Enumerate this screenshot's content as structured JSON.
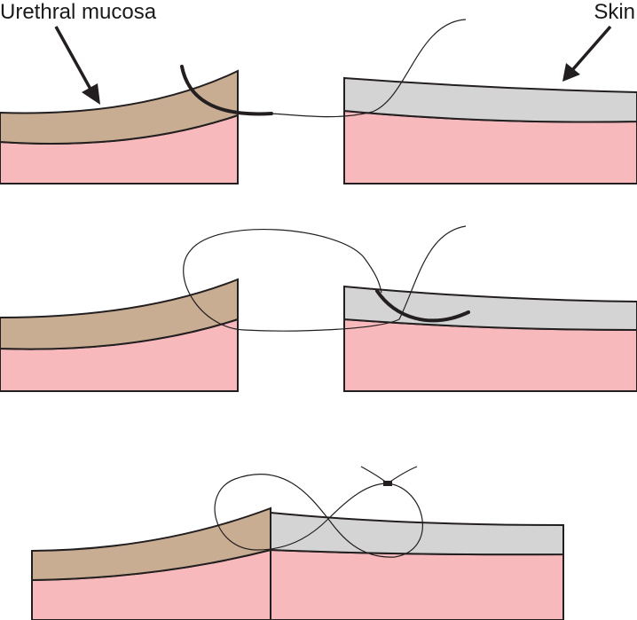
{
  "labels": {
    "urethral_mucosa": "Urethral mucosa",
    "skin": "Skin"
  },
  "colors": {
    "mucosa": "#c8ad92",
    "skin": "#d4d4d4",
    "tissue": "#f7b9bb",
    "outline": "#231f20"
  },
  "panels": [
    {
      "step": "needle-through-mucosa"
    },
    {
      "step": "needle-through-skin"
    },
    {
      "step": "knot-tied"
    }
  ]
}
